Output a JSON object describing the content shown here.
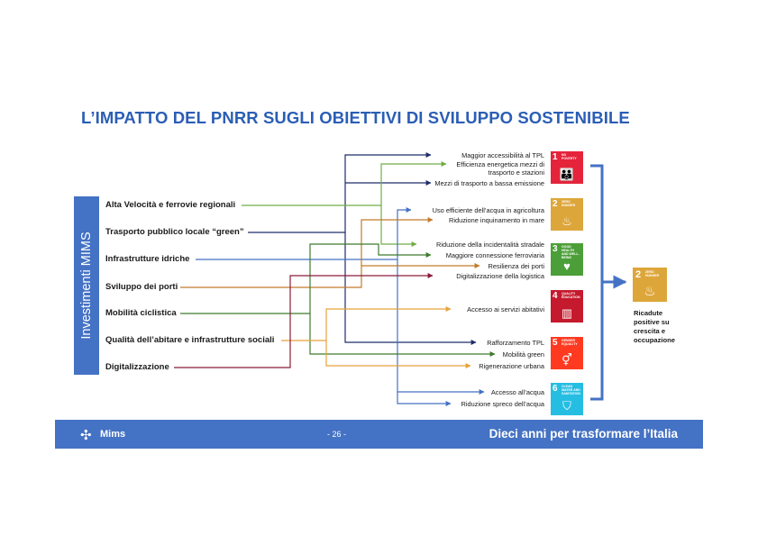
{
  "title": "L’IMPATTO DEL PNRR SUGLI OBIETTIVI DI SVILUPPO SOSTENIBILE",
  "sidebar_label": "Investimenti MIMS",
  "investments": [
    {
      "label": "Alta Velocità e ferrovie regionali",
      "color": "#70AD47"
    },
    {
      "label": "Trasporto pubblico locale “green”",
      "color": "#1F2D6B"
    },
    {
      "label": "Infrastrutture idriche",
      "color": "#4472C4"
    },
    {
      "label": "Sviluppo dei porti",
      "color": "#C47A2C"
    },
    {
      "label": "Mobilità ciclistica",
      "color": "#3E7B2E"
    },
    {
      "label": "Qualità dell’abitare e infrastrutture sociali",
      "color": "#E8A23A"
    },
    {
      "label": "Digitalizzazione",
      "color": "#8B1A3A"
    }
  ],
  "outcomes": [
    {
      "label": "Maggior accessibilità al TPL"
    },
    {
      "label": "Efficienza energetica mezzi di"
    },
    {
      "label": "trasporto e stazioni"
    },
    {
      "label": "Mezzi di trasporto a bassa emissione"
    },
    {
      "label": "Uso efficiente dell’acqua in agricoltura"
    },
    {
      "label": "Riduzione inquinamento in mare"
    },
    {
      "label": "Riduzione della incidentalità stradale"
    },
    {
      "label": "Maggiore connessione ferroviaria"
    },
    {
      "label": "Resilienza dei porti"
    },
    {
      "label": "Digitalizzazione della logistica"
    },
    {
      "label": "Accesso ai servizi abitativi"
    },
    {
      "label": "Rafforzamento TPL"
    },
    {
      "label": "Mobilità green"
    },
    {
      "label": "Rigenerazione urbana"
    },
    {
      "label": "Accesso all’acqua"
    },
    {
      "label": "Riduzione spreco dell’acqua"
    }
  ],
  "sdgs": [
    {
      "num": "1",
      "caption": "NO POVERTY",
      "icon": "family-icon",
      "glyph": "👪",
      "color": "#E5243B"
    },
    {
      "num": "2",
      "caption": "ZERO HUNGER",
      "icon": "bowl-icon",
      "glyph": "♨",
      "color": "#DDA63A"
    },
    {
      "num": "3",
      "caption": "GOOD HEALTH AND WELL-BEING",
      "icon": "heartbeat-icon",
      "glyph": "♥",
      "color": "#4C9F38"
    },
    {
      "num": "4",
      "caption": "QUALITY EDUCATION",
      "icon": "book-icon",
      "glyph": "▥",
      "color": "#C5192D"
    },
    {
      "num": "5",
      "caption": "GENDER EQUALITY",
      "icon": "gender-icon",
      "glyph": "⚥",
      "color": "#FF3A21"
    },
    {
      "num": "6",
      "caption": "CLEAN WATER AND SANITATION",
      "icon": "water-icon",
      "glyph": "⛉",
      "color": "#26BDE2"
    }
  ],
  "result": {
    "num": "2",
    "caption": "ZERO HUNGER",
    "icon": "bowl-icon",
    "glyph": "♨",
    "color": "#DDA63A",
    "text_lines": [
      "Ricadute",
      "positive su",
      "crescita e",
      "occupazione"
    ]
  },
  "footer": {
    "logo": "Mims",
    "logo_icon": "network-icon",
    "page": "- 26 -",
    "slogan": "Dieci anni per trasformare l’Italia",
    "color": "#4472C4"
  },
  "accent": "#2B5EB5",
  "bracket_color": "#4472C4"
}
